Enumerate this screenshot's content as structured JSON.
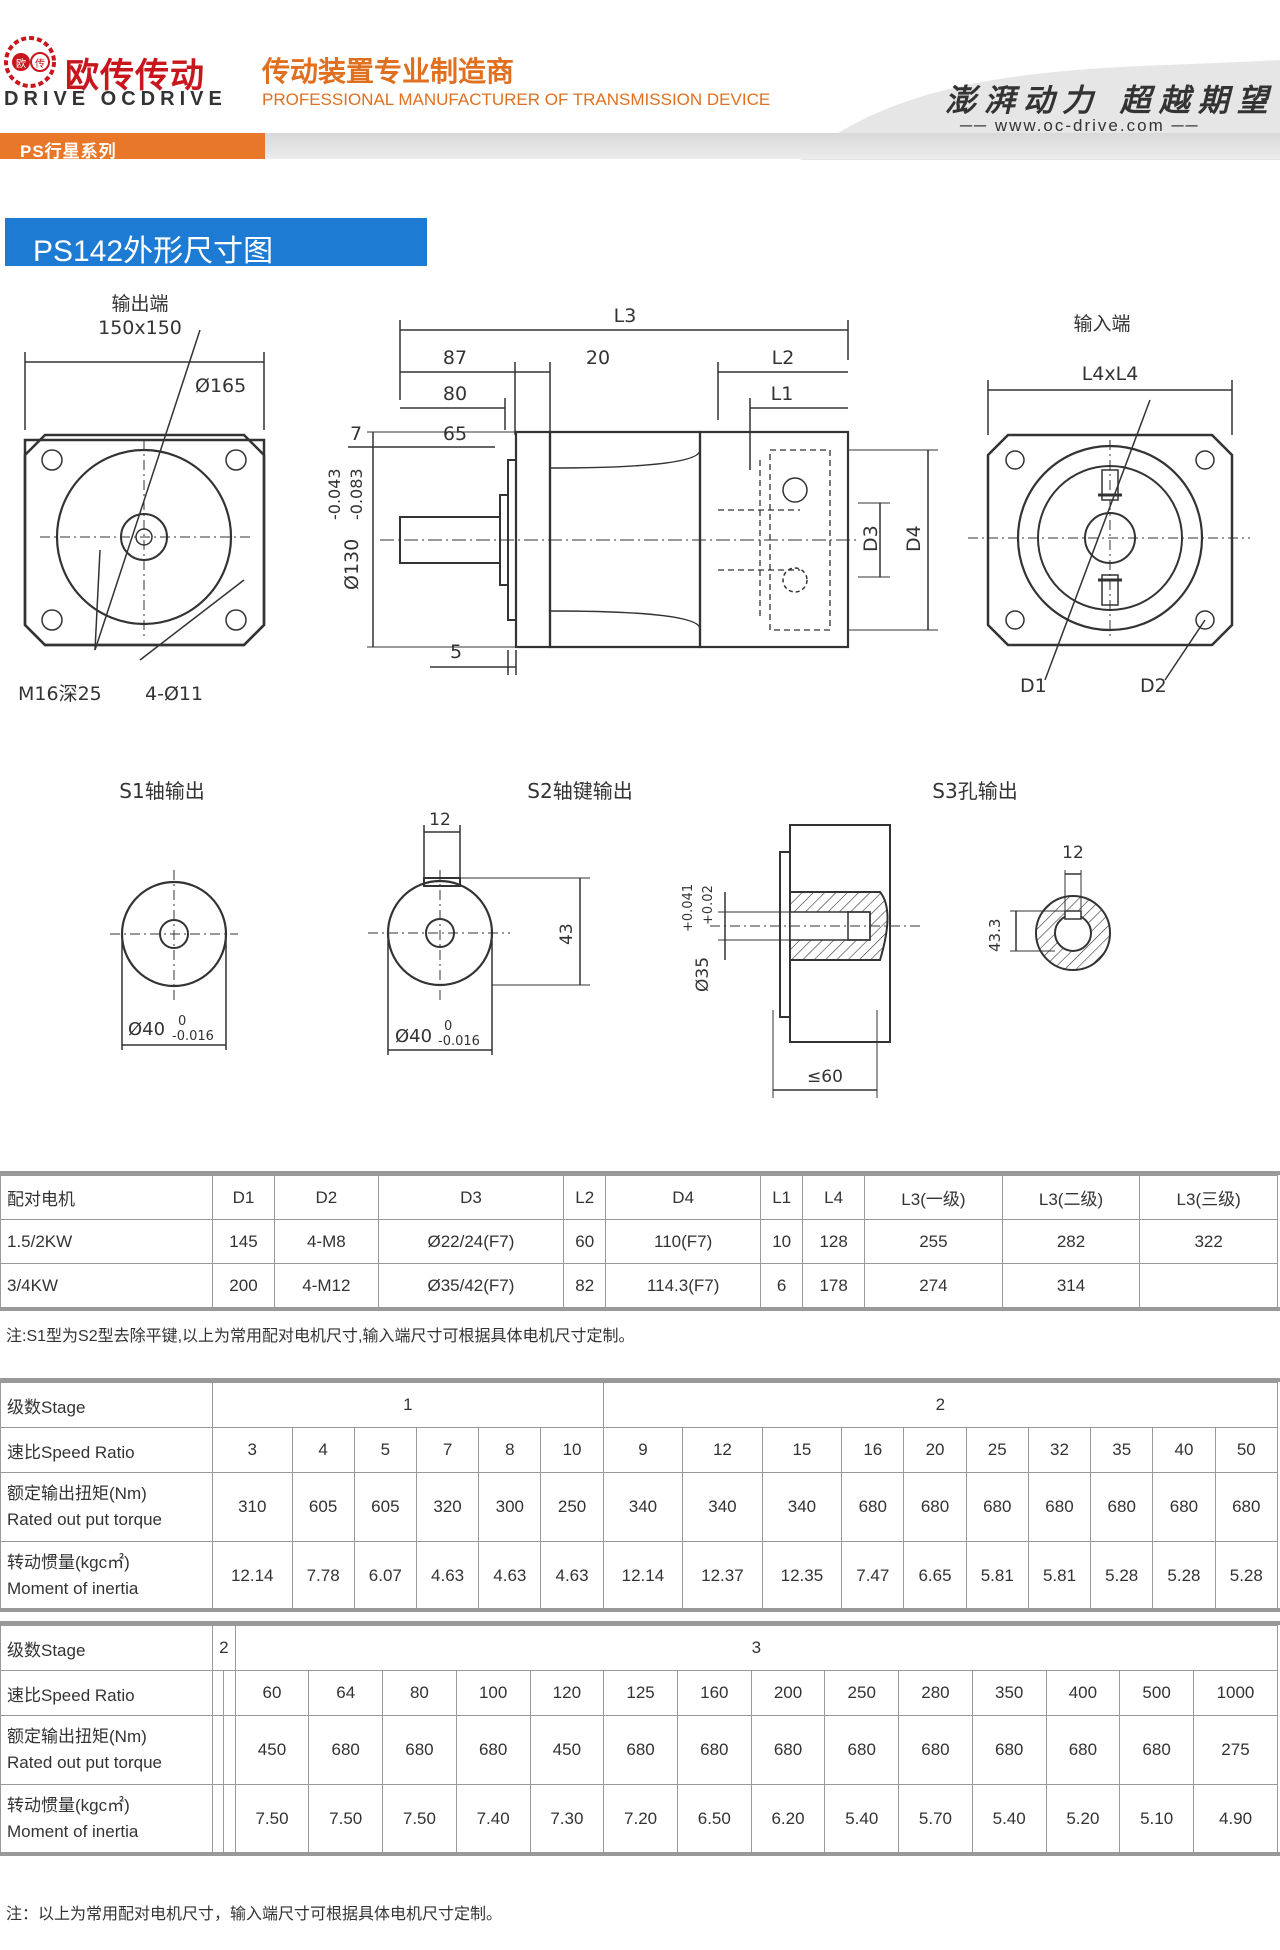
{
  "header": {
    "logo_char_left": "欧",
    "logo_char_right": "传",
    "brand_cn": "欧传传动",
    "brand_en": "DRIVE OCDRIVE",
    "slogan_cn": "传动装置专业制造商",
    "slogan_en": "PROFESSIONAL MANUFACTURER OF TRANSMISSION DEVICE",
    "motto": "澎湃动力 超越期望",
    "website": "www.oc-drive.com",
    "series": "PS行星系列"
  },
  "section_title": "PS142外形尺寸图",
  "drawing": {
    "output_end": "输出端",
    "output_size": "150x150",
    "d165": "Ø165",
    "m16": "M16深25",
    "holes": "4-Ø11",
    "input_end": "输入端",
    "l4xl4": "L4xL4",
    "d1": "D1",
    "d2": "D2",
    "L3": "L3",
    "L2": "L2",
    "L1": "L1",
    "d87": "87",
    "d20": "20",
    "d80": "80",
    "d7": "7",
    "d65": "65",
    "d5": "5",
    "d130": "Ø130",
    "tol130": "-0.043",
    "tol130b": "-0.083",
    "D3": "D3",
    "D4": "D4",
    "s1": "S1轴输出",
    "s2": "S2轴键输出",
    "s3": "S3孔输出",
    "d40": "Ø40",
    "tol40a": "0",
    "tol40b": "-0.016",
    "d12": "12",
    "d43": "43",
    "d35": "Ø35",
    "tol35a": "+0.041",
    "tol35b": "+0.02",
    "d60": "≤60",
    "d12b": "12",
    "d43_3": "43.3"
  },
  "table_motor": {
    "headers": [
      "配对电机",
      "D1",
      "D2",
      "D3",
      "L2",
      "D4",
      "L1",
      "L4",
      "L3(一级)",
      "L3(二级)",
      "L3(三级)"
    ],
    "rows": [
      [
        "1.5/2KW",
        "145",
        "4-M8",
        "Ø22/24(F7)",
        "60",
        "110(F7)",
        "10",
        "128",
        "255",
        "282",
        "322"
      ],
      [
        "3/4KW",
        "200",
        "4-M12",
        "Ø35/42(F7)",
        "82",
        "114.3(F7)",
        "6",
        "178",
        "274",
        "314",
        ""
      ]
    ]
  },
  "note1": "注:S1型为S2型去除平键,以上为常用配对电机尺寸,输入端尺寸可根据具体电机尺寸定制。",
  "table_ratio1": {
    "stage_label": "级数Stage",
    "stages": [
      "1",
      "2"
    ],
    "ratio_label": "速比Speed Ratio",
    "ratios": [
      "3",
      "4",
      "5",
      "7",
      "8",
      "10",
      "9",
      "12",
      "15",
      "16",
      "20",
      "25",
      "32",
      "35",
      "40",
      "50"
    ],
    "torque_label_cn": "额定输出扭矩(Nm)",
    "torque_label_en": "Rated out put torque",
    "torques": [
      "310",
      "605",
      "605",
      "320",
      "300",
      "250",
      "340",
      "340",
      "340",
      "680",
      "680",
      "680",
      "680",
      "680",
      "680",
      "680"
    ],
    "inertia_label_cn": "转动惯量(kgc㎡)",
    "inertia_label_en": "Moment of inertia",
    "inertias": [
      "12.14",
      "7.78",
      "6.07",
      "4.63",
      "4.63",
      "4.63",
      "12.14",
      "12.37",
      "12.35",
      "7.47",
      "6.65",
      "5.81",
      "5.81",
      "5.28",
      "5.28",
      "5.28"
    ]
  },
  "table_ratio2": {
    "stage_label": "级数Stage",
    "stages": [
      "2",
      "3"
    ],
    "ratio_label": "速比Speed Ratio",
    "ratios": [
      "",
      "",
      "60",
      "64",
      "80",
      "100",
      "120",
      "125",
      "160",
      "200",
      "250",
      "280",
      "350",
      "400",
      "500",
      "1000"
    ],
    "torque_label_cn": "额定输出扭矩(Nm)",
    "torque_label_en": "Rated out put torque",
    "torques": [
      "",
      "",
      "450",
      "680",
      "680",
      "680",
      "450",
      "680",
      "680",
      "680",
      "680",
      "680",
      "680",
      "680",
      "680",
      "275"
    ],
    "inertia_label_cn": "转动惯量(kgc㎡)",
    "inertia_label_en": "Moment of inertia",
    "inertias": [
      "",
      "",
      "7.50",
      "7.50",
      "7.50",
      "7.40",
      "7.30",
      "7.20",
      "6.50",
      "6.20",
      "5.40",
      "5.70",
      "5.40",
      "5.20",
      "5.10",
      "4.90"
    ]
  },
  "note2": "注：以上为常用配对电机尺寸，输入端尺寸可根据具体电机尺寸定制。"
}
